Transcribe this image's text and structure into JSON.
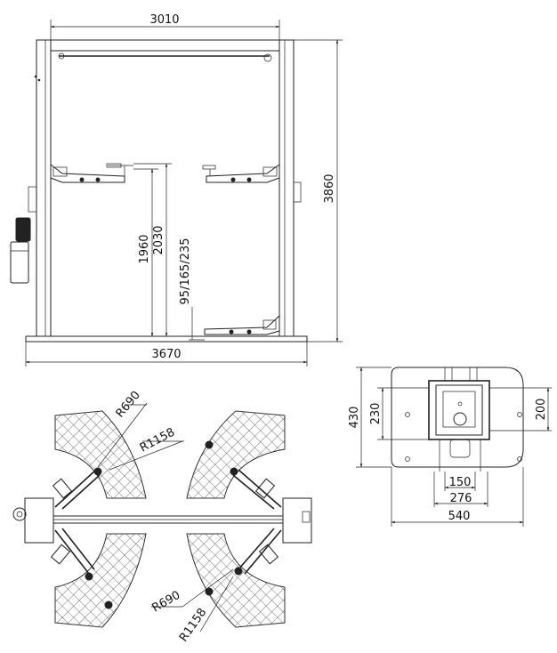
{
  "front_view": {
    "width_top": "3010",
    "height_total": "3860",
    "base_width": "3670",
    "lift_height_1": "1960",
    "lift_height_2": "2030",
    "pad_heights": "95/165/235"
  },
  "arm_view": {
    "radius_upper_small": "R690",
    "radius_upper_large": "R1158",
    "radius_lower_small": "R690",
    "radius_lower_large": "R1158"
  },
  "base_plate_view": {
    "height_outer": "430",
    "height_inner": "230",
    "height_right": "200",
    "width_150": "150",
    "width_276": "276",
    "width_540": "540"
  }
}
